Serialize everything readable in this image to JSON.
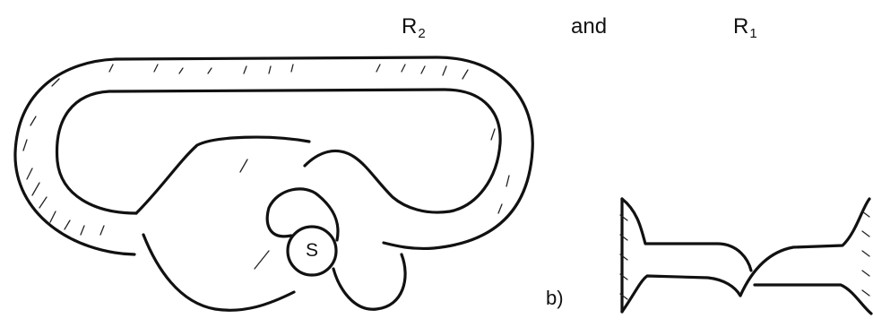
{
  "labels": {
    "r2_base": "R",
    "r2_sub": "2",
    "and": "and",
    "r1_base": "R",
    "r1_sub": "1",
    "part": "b)",
    "sphere": "S"
  }
}
